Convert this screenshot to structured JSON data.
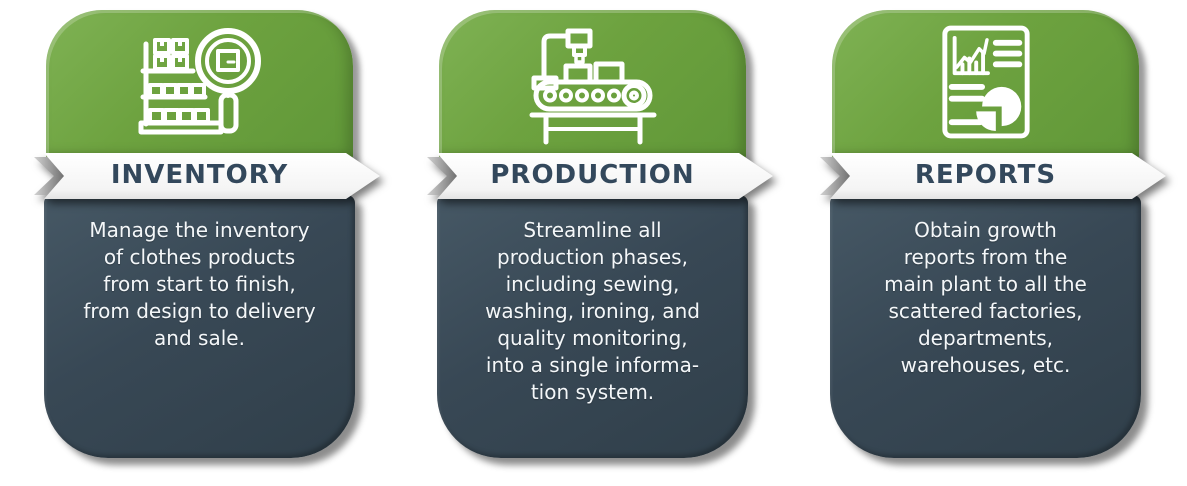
{
  "colors": {
    "card_green": "#6DA23F",
    "card_green_highlight": "#82B455",
    "card_slate": "#384855",
    "ribbon_white": "#FFFFFF",
    "ribbon_fold_gray": "#8A8A8A",
    "title_text": "#33485C",
    "body_text": "#F4F7F9"
  },
  "cards": [
    {
      "title": "INVENTORY",
      "icon": "inventory-shelf-magnifier-icon",
      "description": "Manage the inventory of clothes products from start to finish, from design to delivery and sale.",
      "lines": [
        "Manage the inventory",
        "of clothes products",
        "from start to finish,",
        "from design to delivery",
        "and sale."
      ]
    },
    {
      "title": "PRODUCTION",
      "icon": "conveyor-belt-robot-arm-icon",
      "description": "Streamline all production phases, including sewing, washing, ironing, and quality monitoring, into a single information system.",
      "lines": [
        "Streamline all",
        "production phases,",
        "including sewing,",
        "washing, ironing, and",
        "quality monitoring,",
        "into a single informa-",
        "tion system."
      ]
    },
    {
      "title": "REPORTS",
      "icon": "report-document-charts-icon",
      "description": "Obtain growth reports from the main plant to all the scattered factories, departments, warehouses, etc.",
      "lines": [
        "Obtain growth",
        "reports from the",
        "main plant to all the",
        "scattered factories,",
        "departments,",
        "warehouses, etc."
      ]
    }
  ]
}
